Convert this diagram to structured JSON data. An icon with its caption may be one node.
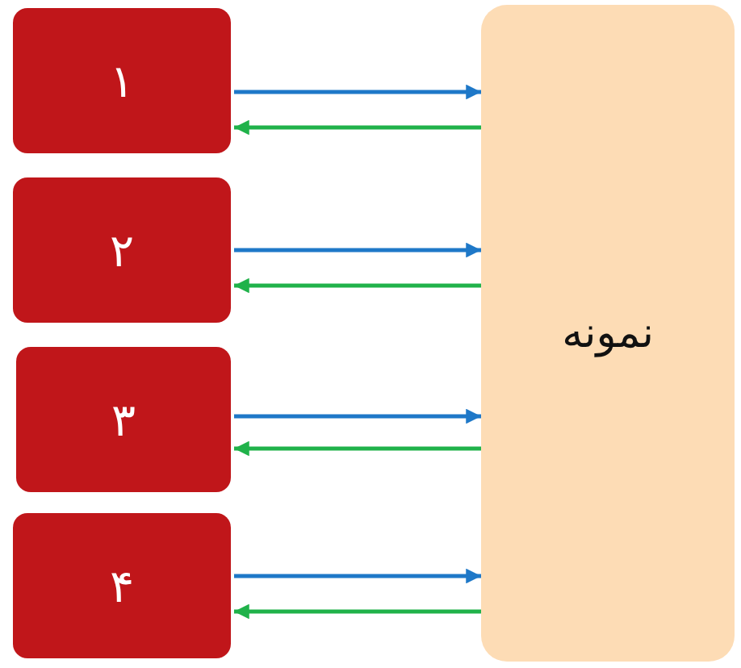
{
  "diagram": {
    "nodes": [
      {
        "text": [
          "۱"
        ]
      },
      {
        "text": [
          "۲"
        ]
      },
      {
        "text": [
          "۳"
        ]
      },
      {
        "text": [
          "۴"
        ]
      },
      {
        "text": [
          "نمونه"
        ]
      }
    ],
    "edges": [
      {
        "from": 0,
        "to": 4,
        "arrow": "to",
        "color": "#1e78c8"
      },
      {
        "from": 4,
        "to": 0,
        "arrow": "to",
        "color": "#20b24a"
      },
      {
        "from": 1,
        "to": 4,
        "arrow": "to",
        "color": "#1e78c8"
      },
      {
        "from": 4,
        "to": 1,
        "arrow": "to",
        "color": "#20b24a"
      },
      {
        "from": 2,
        "to": 4,
        "arrow": "to",
        "color": "#1e78c8"
      },
      {
        "from": 4,
        "to": 2,
        "arrow": "to",
        "color": "#20b24a"
      },
      {
        "from": 3,
        "to": 4,
        "arrow": "to",
        "color": "#1e78c8"
      },
      {
        "from": 4,
        "to": 3,
        "arrow": "to",
        "color": "#20b24a"
      }
    ]
  }
}
